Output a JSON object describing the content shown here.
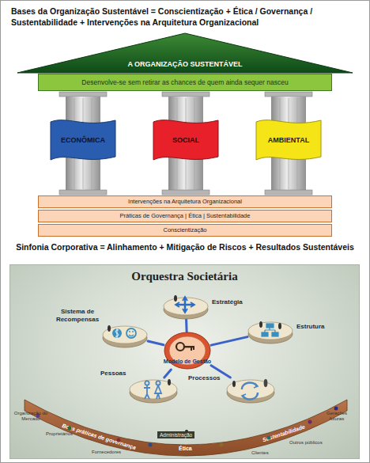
{
  "diagram": {
    "title": "Bases da Organização Sustentável = Conscientização + Ética / Governança / Sustentabilidade + Intervenções na Arquitetura Organizacional",
    "nodes": [
      {
        "text": [
          "A ORGANIZAÇÃO SUSTENTÁVEL"
        ]
      },
      {
        "text": [
          "Desenvolve-se sem retirar as chances de quem ainda sequer nasceu"
        ]
      },
      {
        "text": [
          "ECONÔMICA"
        ]
      },
      {
        "text": [
          "SOCIAL"
        ]
      },
      {
        "text": [
          "AMBIENTAL"
        ]
      },
      {
        "text": [
          "Intervenções na Arquitetura Organizacional"
        ]
      },
      {
        "text": [
          "Práticas de Governança | Ética | Sustentabilidade"
        ]
      },
      {
        "text": [
          "Conscientização"
        ]
      },
      {
        "text": [
          "Orquestra Societária"
        ]
      },
      {
        "text": [
          "Estratégia"
        ],
        "in": 8
      },
      {
        "text": [
          "Estrutura"
        ],
        "in": 8
      },
      {
        "text": [
          "Sistema de Recompensas"
        ],
        "in": 8
      },
      {
        "text": [
          "Modelo de Gestão"
        ],
        "in": 8
      },
      {
        "text": [
          "Pessoas"
        ],
        "in": 8
      },
      {
        "text": [
          "Processos"
        ],
        "in": 8
      },
      {
        "text": [
          "Boas práticas de governança",
          "Sustentabilidade"
        ],
        "in": 8
      }
    ],
    "edges": [
      {
        "from": 12,
        "to": 9,
        "arrow": "none"
      },
      {
        "from": 12,
        "to": 10,
        "arrow": "none"
      },
      {
        "from": 12,
        "to": 11,
        "arrow": "none"
      },
      {
        "from": 12,
        "to": 13,
        "arrow": "none"
      },
      {
        "from": 12,
        "to": 14,
        "arrow": "none"
      }
    ],
    "labels": [
      "Sinfonia Corporativa = Alinhamento + Mitigação de Riscos + Resultados Sustentáveis",
      "Administração",
      "Ética",
      "Organização do Mercado",
      "Proprietários",
      "Fornecedores",
      "Clientes",
      "Outros públicos",
      "Gerações futuras"
    ]
  }
}
